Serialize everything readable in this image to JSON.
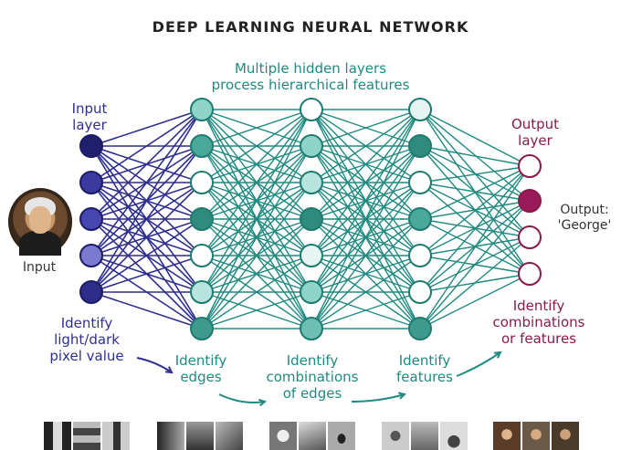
{
  "title": "DEEP LEARNING NEURAL NETWORK",
  "hidden_header": {
    "line1": "Multiple hidden layers",
    "line2": "process hierarchical features"
  },
  "input_layer": {
    "line1": "Input",
    "line2": "layer"
  },
  "output_layer": {
    "line1": "Output",
    "line2": "layer"
  },
  "input_label": "Input",
  "output_value": {
    "line1": "Output:",
    "line2": "'George'"
  },
  "captions": {
    "input": [
      "Identify",
      "light/dark",
      "pixel value"
    ],
    "hidden1": [
      "Identify",
      "edges"
    ],
    "hidden2": [
      "Identify",
      "combinations",
      "of edges"
    ],
    "hidden3": [
      "Identify",
      "features"
    ],
    "output": [
      "Identify",
      "combinations",
      "or features"
    ]
  },
  "colors": {
    "navy": "#2f2f8f",
    "teal": "#1f8a80",
    "plum": "#8a1a4c"
  }
}
